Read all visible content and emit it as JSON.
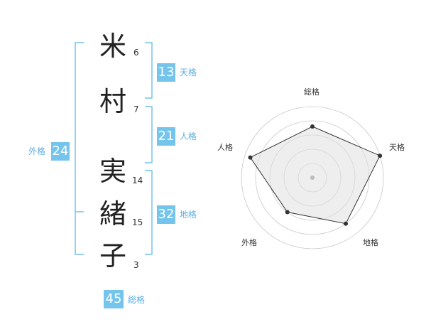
{
  "name": {
    "characters": [
      {
        "char": "米",
        "strokes": "6"
      },
      {
        "char": "村",
        "strokes": "7"
      },
      {
        "char": "実",
        "strokes": "14"
      },
      {
        "char": "緒",
        "strokes": "15"
      },
      {
        "char": "子",
        "strokes": "3"
      }
    ]
  },
  "fortunes": {
    "tenkaku": {
      "value": "13",
      "label": "天格"
    },
    "jinkaku": {
      "value": "21",
      "label": "人格"
    },
    "chikaku": {
      "value": "32",
      "label": "地格"
    },
    "gaikaku": {
      "value": "24",
      "label": "外格"
    },
    "soukaku": {
      "value": "45",
      "label": "総格"
    }
  },
  "radar": {
    "labels": [
      "総格",
      "天格",
      "地格",
      "外格",
      "人格"
    ],
    "levels": [
      3.6,
      5,
      4,
      3,
      4.6
    ],
    "max": 5,
    "colors": {
      "line": "#333333",
      "fill": "#e0e0e0",
      "grid": "#c8c8c8",
      "bracket": "#74c4ec"
    }
  }
}
